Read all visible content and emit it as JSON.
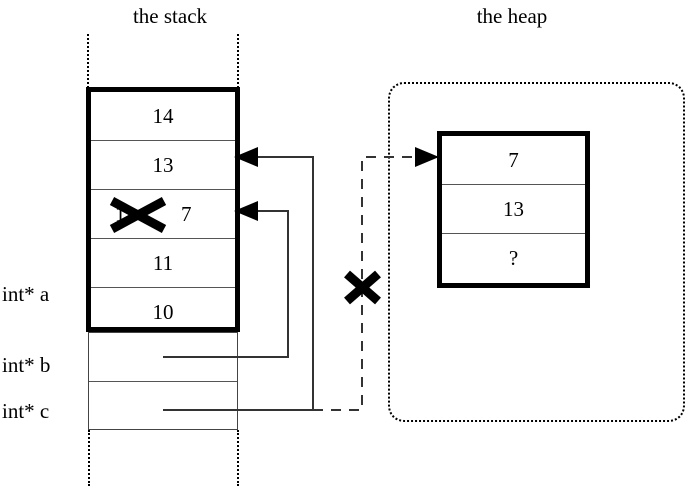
{
  "headers": {
    "stack": "the stack",
    "heap": "the heap"
  },
  "stack": {
    "cells": [
      {
        "value": "14",
        "struck": false
      },
      {
        "value": "13",
        "struck": false
      },
      {
        "value": "12",
        "struck": true,
        "replacement": "7"
      },
      {
        "value": "11",
        "struck": false
      },
      {
        "value": "10",
        "struck": false
      }
    ],
    "variables": [
      {
        "label": "int* a",
        "target": "stack-cell-10"
      },
      {
        "label": "int* b",
        "target": "stack-cell-struck"
      },
      {
        "label": "int* c",
        "target": "stack-cell-13"
      }
    ]
  },
  "heap": {
    "block_cells": [
      "7",
      "13",
      "?"
    ]
  },
  "annotations": {
    "cancel_mark": "X",
    "struck_cell_mark": "X",
    "stale_pointer_note": "dashed pointer from c to heap block is cancelled"
  },
  "colors": {
    "ink": "#000000",
    "background": "#ffffff",
    "thin_rule": "#555555"
  }
}
